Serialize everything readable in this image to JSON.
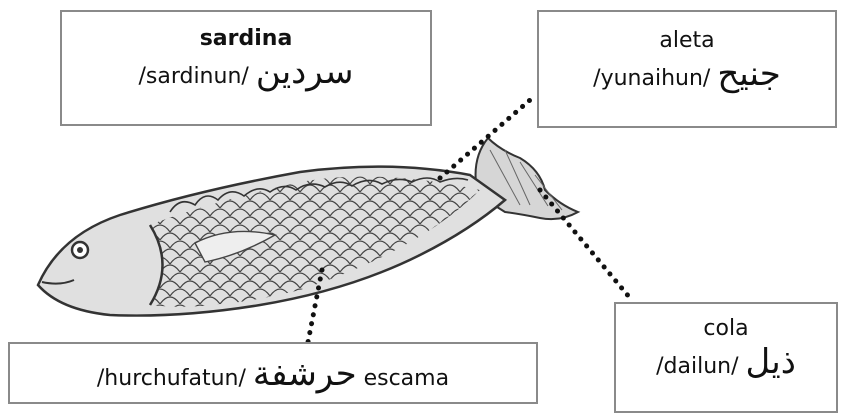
{
  "labels": {
    "sardina": {
      "spanish": "sardina",
      "transliteration": "/sardinun/",
      "arabic": "سردين"
    },
    "aleta": {
      "spanish": "aleta",
      "transliteration": "/yunaihun/",
      "arabic": "جنيح"
    },
    "cola": {
      "spanish": "cola",
      "transliteration": "/dailun/",
      "arabic": "ذيل"
    },
    "escama": {
      "spanish": "escama",
      "transliteration": "/hurchufatun/",
      "arabic": "حرشفة"
    }
  },
  "colors": {
    "box_border": "#8a8a8a",
    "fish_fill": "#dedede",
    "ink": "#333333"
  }
}
